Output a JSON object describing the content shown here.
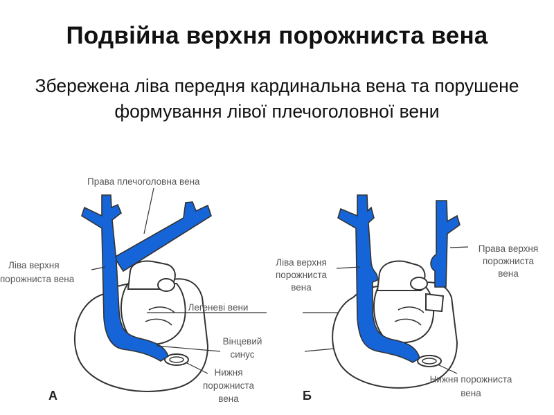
{
  "title": "Подвійна верхня порожниста вена",
  "subtitle": "Збережена ліва передня кардинальна вена та порушене формування лівої плечоголовної вени",
  "colors": {
    "vein": "#1565d8",
    "outline": "#333333",
    "label": "#555555",
    "heart_fill": "#ffffff"
  },
  "diagram": {
    "labels": {
      "right_brachiocephalic": "Права плечоголовна вена",
      "left_svc_a_line1": "Ліва верхня",
      "left_svc_a_line2": "порожниста вена",
      "pulmonary_veins": "Легеневі вени",
      "coronary_sinus_line1": "Вінцевий",
      "coronary_sinus_line2": "синус",
      "ivc_a_line1": "Нижня",
      "ivc_a_line2": "порожниста",
      "ivc_a_line3": "вена",
      "left_svc_b_line1": "Ліва верхня",
      "left_svc_b_line2": "порожниста",
      "left_svc_b_line3": "вена",
      "right_svc_line1": "Права верхня",
      "right_svc_line2": "порожниста",
      "right_svc_line3": "вена",
      "ivc_b_line1": "Нижня порожниста",
      "ivc_b_line2": "вена",
      "panel_a": "А",
      "panel_b": "Б"
    }
  }
}
